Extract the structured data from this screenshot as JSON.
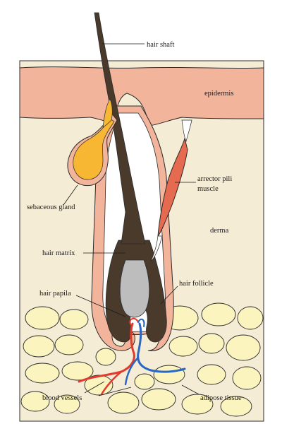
{
  "labels": {
    "hair_shaft": "hair shaft",
    "epidermis": "epidermis",
    "sebaceous_gland": "sebaceous gland",
    "arrector_pili": "arrector pili",
    "arrector_pili_line2": "muscle",
    "derma": "derma",
    "hair_matrix": "hair matrix",
    "hair_follicle": "hair follicle",
    "hair_papila": "hair papila",
    "blood_vessels": "blood vessels",
    "adipose_tissue": "adipose tissue"
  },
  "colors": {
    "dermis": "#f5ecd6",
    "epidermis": "#f3b49c",
    "follicle_sheath": "#f3b49c",
    "inner_follicle": "#ffffff",
    "hair": "#4a3a2c",
    "papilla": "#bdbdbd",
    "sebaceous": "#f7b733",
    "fat_cells": "#fbf4bf",
    "muscle": "#e56a4f",
    "artery": "#e23b2e",
    "vein": "#2a66c5"
  }
}
